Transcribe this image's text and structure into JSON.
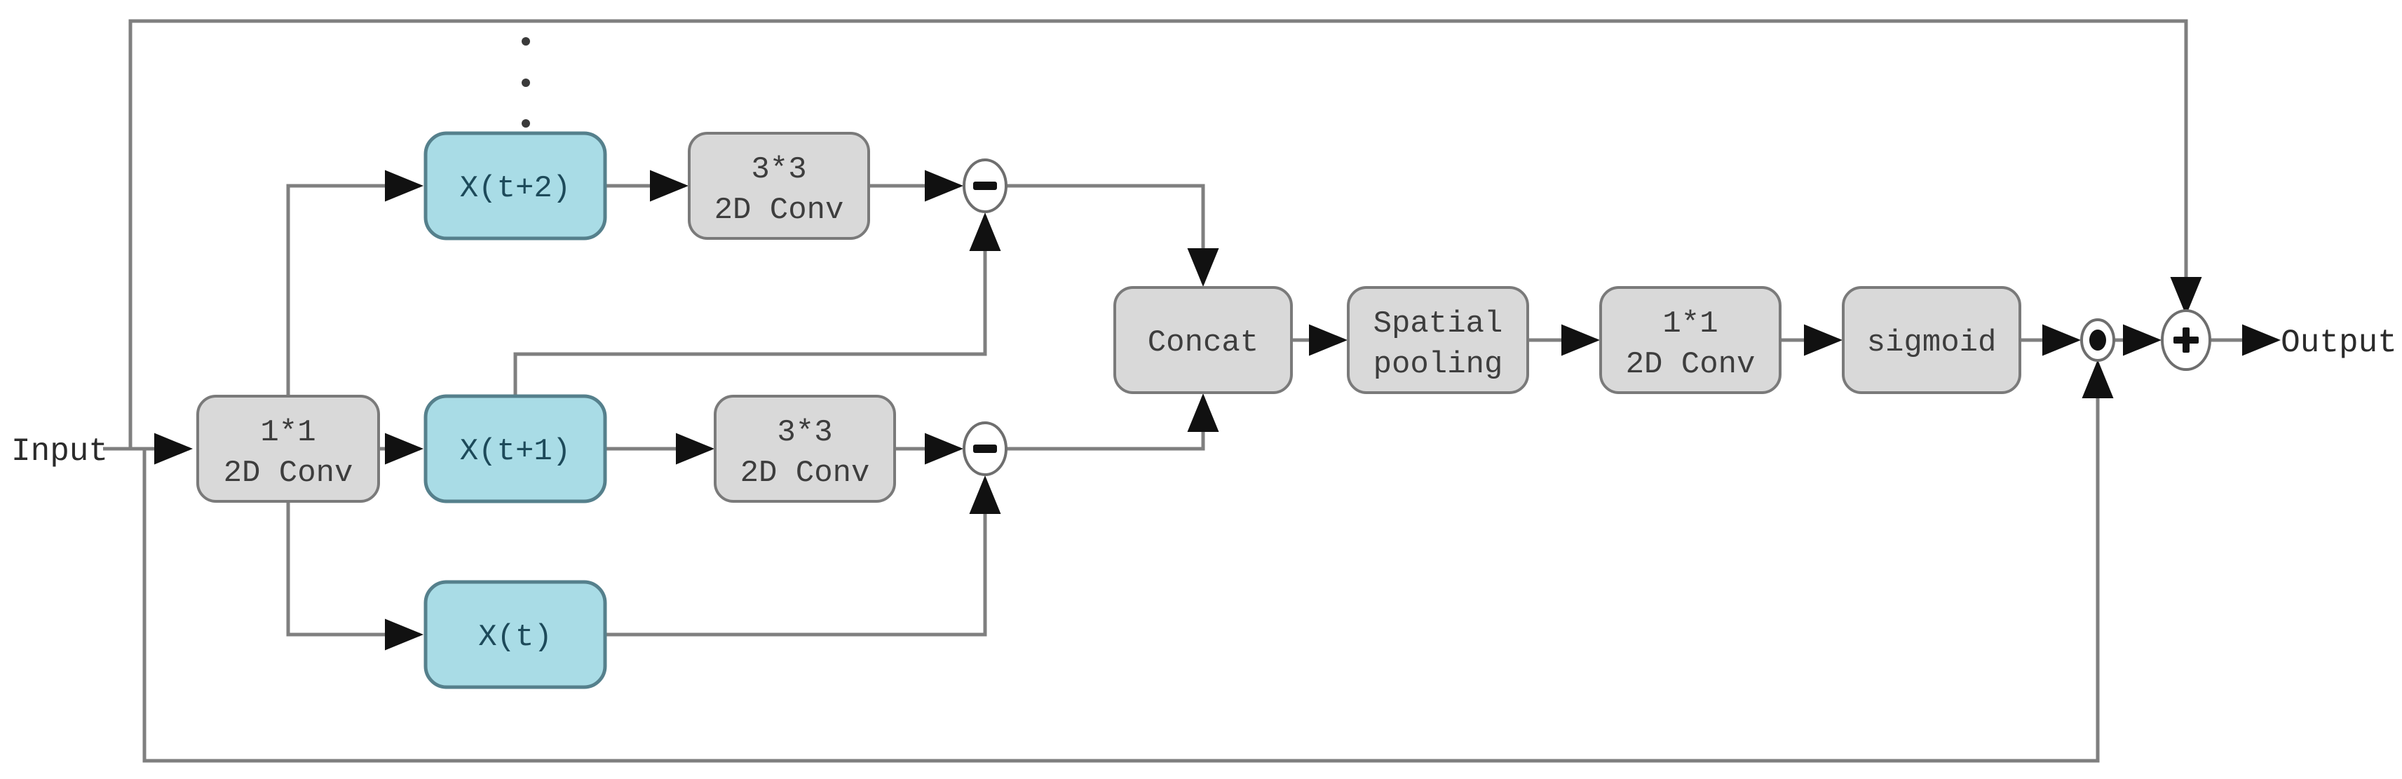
{
  "diagram": {
    "labels": {
      "input": "Input",
      "output": "Output"
    },
    "nodes": {
      "conv_in": {
        "line1": "1*1",
        "line2": "2D Conv"
      },
      "xt2": {
        "label": "X(t+2)"
      },
      "xt1": {
        "label": "X(t+1)"
      },
      "xt": {
        "label": "X(t)"
      },
      "conv33_top": {
        "line1": "3*3",
        "line2": "2D Conv"
      },
      "conv33_mid": {
        "line1": "3*3",
        "line2": "2D Conv"
      },
      "concat": {
        "label": "Concat"
      },
      "pool": {
        "line1": "Spatial",
        "line2": "pooling"
      },
      "conv_out": {
        "line1": "1*1",
        "line2": "2D Conv"
      },
      "sigmoid": {
        "label": "sigmoid"
      }
    },
    "icons": {
      "subtract_top": "minus",
      "subtract_mid": "minus",
      "multiply": "dot",
      "add": "plus",
      "more_frames": "vertical-ellipsis"
    },
    "colors": {
      "background": "#ffffff",
      "edge": "#7f7f7f",
      "arrowhead": "#111111",
      "box_fill": "#d9d9d9",
      "box_border": "#7a7a7a",
      "box_text": "#3d3d3d",
      "frame_fill": "#a9dce6",
      "frame_border": "#55808c",
      "frame_text": "#1d4a5a",
      "label_text": "#2b2b2b"
    }
  }
}
